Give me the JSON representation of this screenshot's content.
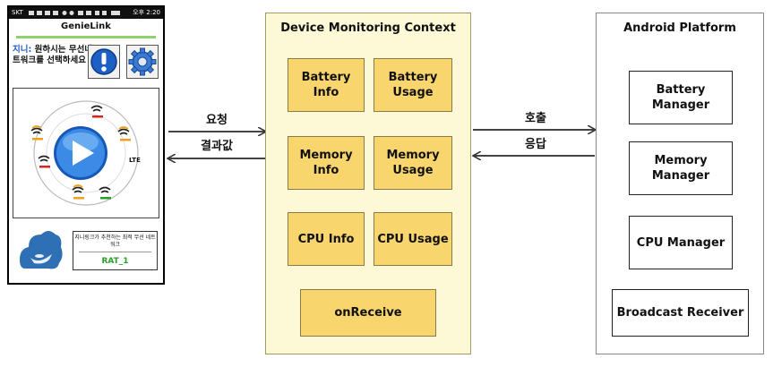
{
  "phone": {
    "carrier": "SKT",
    "clock": "오후 2:20",
    "app_title": "GenieLink",
    "prompt_name": "지니:",
    "prompt_rest": " 원하시는 무선네트워크를 선택하세요",
    "radar_label": "LTE",
    "recommend_text": "지니링크가 추천하는 최적 무선 네트워크",
    "recommend_value": "RAT_1"
  },
  "arrows": {
    "request": "요청",
    "result": "결과값",
    "call": "호출",
    "response": "응답"
  },
  "context": {
    "title": "Device Monitoring Context",
    "boxes": [
      "Battery Info",
      "Battery Usage",
      "Memory Info",
      "Memory Usage",
      "CPU Info",
      "CPU Usage",
      "onReceive"
    ]
  },
  "android": {
    "title": "Android Platform",
    "boxes": [
      "Battery Manager",
      "Memory Manager",
      "CPU Manager",
      "Broadcast Receiver"
    ]
  },
  "colors": {
    "context_bg": "#fdf9d6",
    "box_fill": "#f9d56d",
    "accent_blue": "#1a56c8",
    "accent_green": "#2a9d2a"
  }
}
